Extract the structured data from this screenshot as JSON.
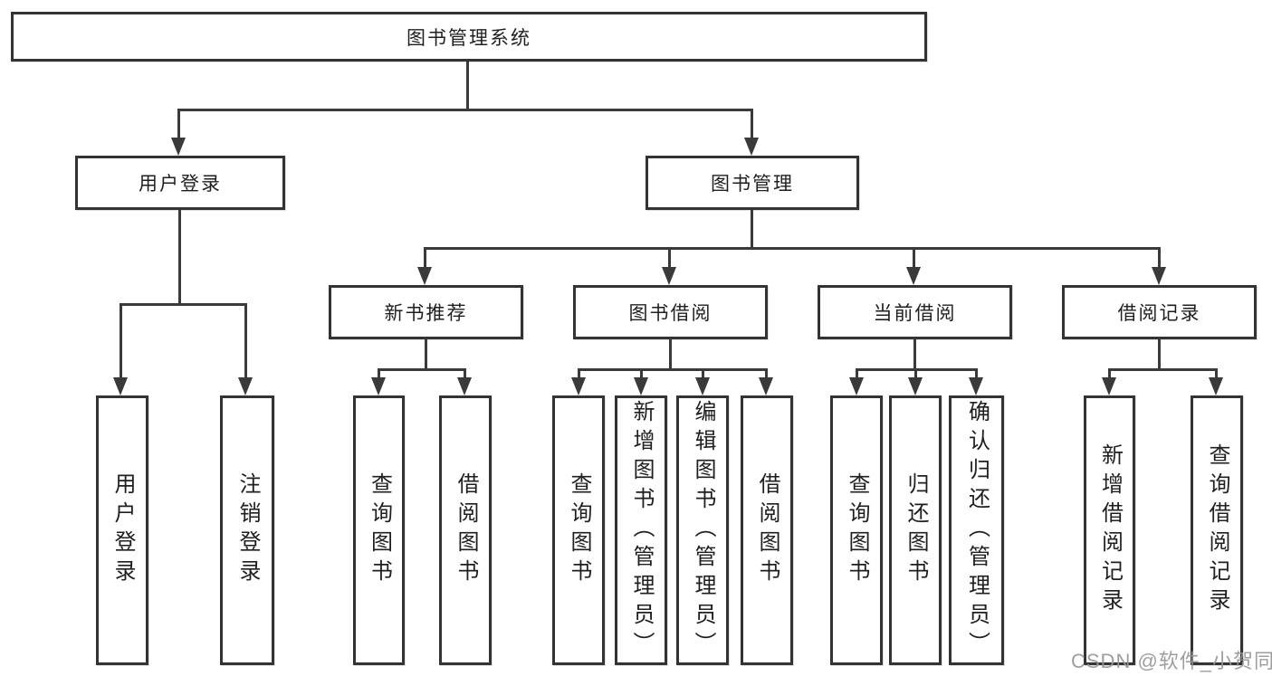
{
  "root": {
    "label": "图书管理系统"
  },
  "nodes": {
    "user_login": {
      "label": "用户登录"
    },
    "book_mgmt": {
      "label": "图书管理"
    },
    "new_books": {
      "label": "新书推荐"
    },
    "book_borrow": {
      "label": "图书借阅"
    },
    "current_borrow": {
      "label": "当前借阅"
    },
    "borrow_records": {
      "label": "借阅记录"
    }
  },
  "leaves": {
    "user_login": [
      "用户登录",
      "注销登录"
    ],
    "new_books": [
      "查询图书",
      "借阅图书"
    ],
    "book_borrow": [
      "查询图书",
      "新增图书（管理员）",
      "编辑图书（管理员）",
      "借阅图书"
    ],
    "current_borrow": [
      "查询图书",
      "归还图书",
      "确认归还（管理员）"
    ],
    "borrow_records": [
      "新增借阅记录",
      "查询借阅记录"
    ]
  },
  "watermark": "CSDN @软件_小贺同学",
  "colors": {
    "line": "#3a3a3a",
    "box_border": "#333333",
    "text": "#1f1f1f",
    "watermark": "#969696",
    "background": "#ffffff"
  }
}
